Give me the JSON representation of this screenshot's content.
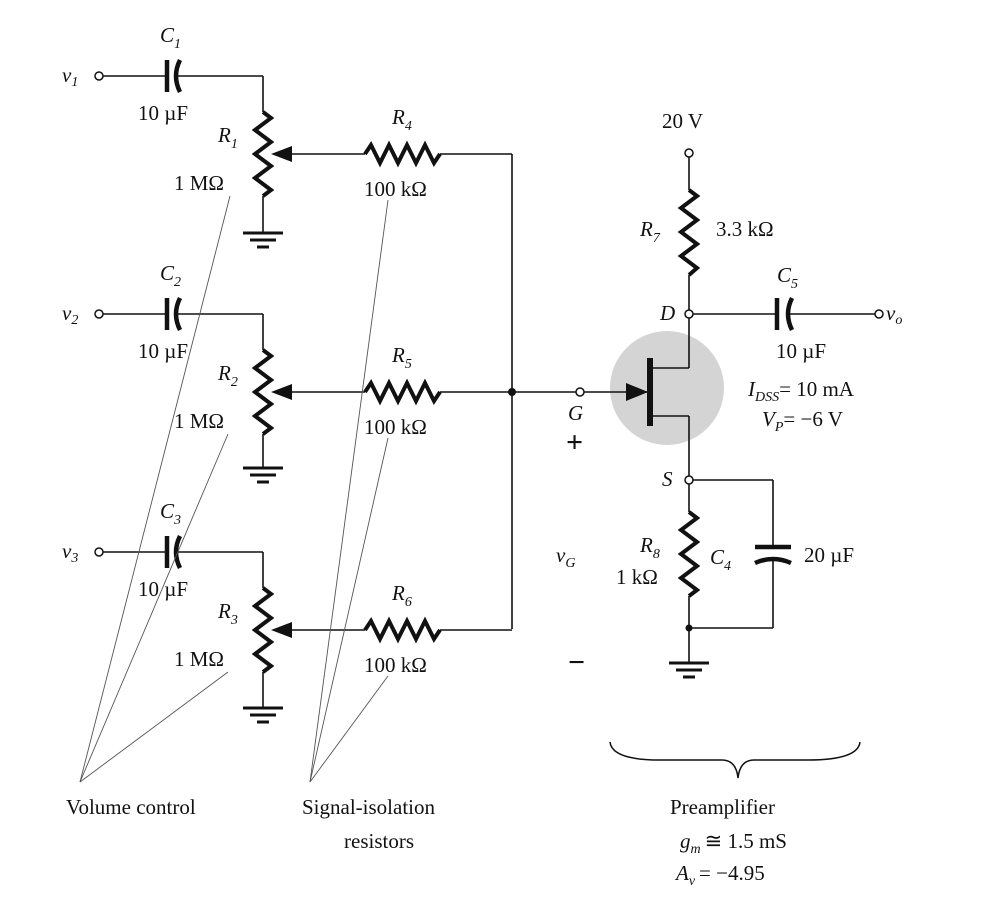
{
  "inputs": {
    "v1": "v",
    "v1_sub": "1",
    "v2": "v",
    "v2_sub": "2",
    "v3": "v",
    "v3_sub": "3"
  },
  "capacitors": {
    "c1": {
      "name": "C",
      "sub": "1",
      "value": "10 µF"
    },
    "c2": {
      "name": "C",
      "sub": "2",
      "value": "10 µF"
    },
    "c3": {
      "name": "C",
      "sub": "3",
      "value": "10 µF"
    },
    "c4": {
      "name": "C",
      "sub": "4",
      "value": "20 µF"
    },
    "c5": {
      "name": "C",
      "sub": "5",
      "value": "10 µF"
    }
  },
  "resistors": {
    "r1": {
      "name": "R",
      "sub": "1",
      "value": "1 MΩ"
    },
    "r2": {
      "name": "R",
      "sub": "2",
      "value": "1 MΩ"
    },
    "r3": {
      "name": "R",
      "sub": "3",
      "value": "1 MΩ"
    },
    "r4": {
      "name": "R",
      "sub": "4",
      "value": "100 kΩ"
    },
    "r5": {
      "name": "R",
      "sub": "5",
      "value": "100 kΩ"
    },
    "r6": {
      "name": "R",
      "sub": "6",
      "value": "100 kΩ"
    },
    "r7": {
      "name": "R",
      "sub": "7",
      "value": "3.3 kΩ"
    },
    "r8": {
      "name": "R",
      "sub": "8",
      "value": "1 kΩ"
    }
  },
  "supply": "20 V",
  "jfet": {
    "drain": "D",
    "gate": "G",
    "source": "S",
    "idss_name": "I",
    "idss_sub": "DSS",
    "idss_value": "= 10 mA",
    "vp_name": "V",
    "vp_sub": "P",
    "vp_value": "= −6 V"
  },
  "output": {
    "name": "v",
    "sub": "o"
  },
  "gate_voltage": {
    "name": "v",
    "sub": "G",
    "plus": "+",
    "minus": "−"
  },
  "captions": {
    "volume": "Volume control",
    "isolation_1": "Signal-isolation",
    "isolation_2": "resistors",
    "preamp": "Preamplifier",
    "gm_name": "g",
    "gm_sub": "m",
    "gm_value": "≅ 1.5 mS",
    "av_name": "A",
    "av_sub": "v",
    "av_value": "= −4.95"
  }
}
